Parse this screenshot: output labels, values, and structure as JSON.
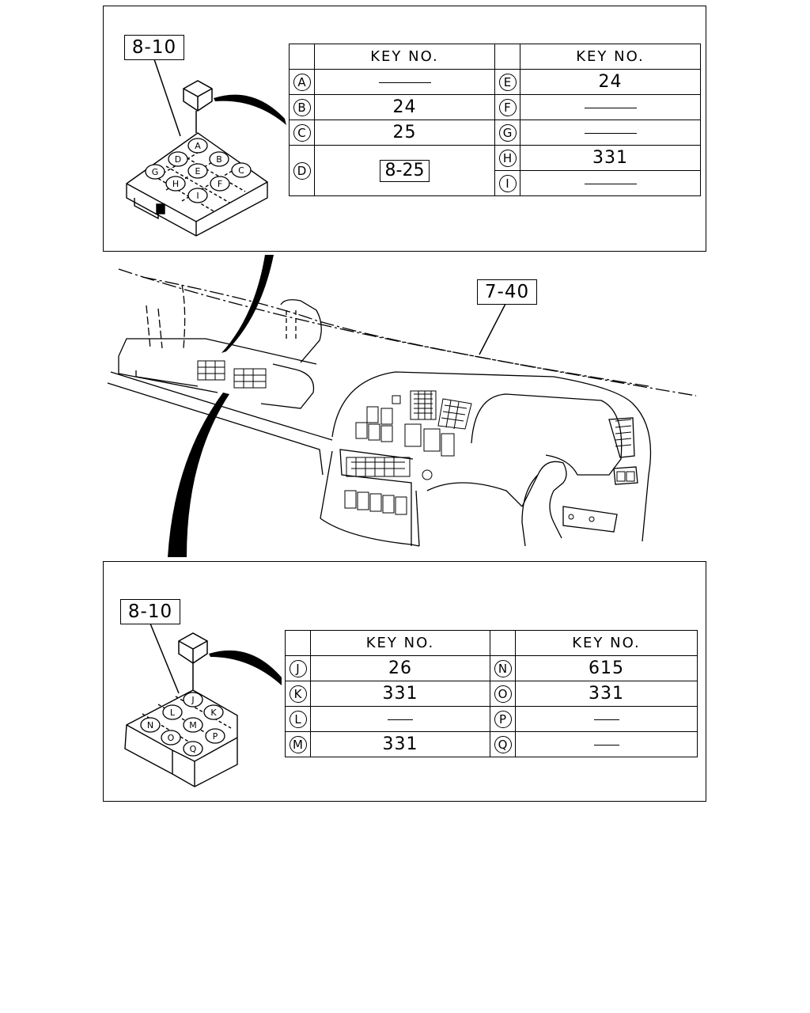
{
  "top_panel": {
    "ref_label": "8-10",
    "relay_labels": [
      "A",
      "B",
      "C",
      "D",
      "E",
      "F",
      "G",
      "H",
      "I"
    ],
    "table": {
      "header_left": "KEY NO.",
      "header_right": "KEY NO.",
      "left_rows": [
        {
          "id": "A",
          "value": ""
        },
        {
          "id": "B",
          "value": "24"
        },
        {
          "id": "C",
          "value": "25"
        },
        {
          "id": "D",
          "value": "8-25",
          "boxed": true
        }
      ],
      "right_rows": [
        {
          "id": "E",
          "value": "24"
        },
        {
          "id": "F",
          "value": ""
        },
        {
          "id": "G",
          "value": ""
        },
        {
          "id": "H",
          "value": "331"
        },
        {
          "id": "I",
          "value": ""
        }
      ]
    }
  },
  "middle": {
    "ref_label": "7-40"
  },
  "bottom_panel": {
    "ref_label": "8-10",
    "relay_labels": [
      "J",
      "K",
      "L",
      "M",
      "N",
      "O",
      "P",
      "Q"
    ],
    "table": {
      "header_left": "KEY NO.",
      "header_right": "KEY NO.",
      "left_rows": [
        {
          "id": "J",
          "value": "26"
        },
        {
          "id": "K",
          "value": "331"
        },
        {
          "id": "L",
          "value": ""
        },
        {
          "id": "M",
          "value": "331"
        }
      ],
      "right_rows": [
        {
          "id": "N",
          "value": "615"
        },
        {
          "id": "O",
          "value": "331"
        },
        {
          "id": "P",
          "value": ""
        },
        {
          "id": "Q",
          "value": ""
        }
      ]
    }
  }
}
